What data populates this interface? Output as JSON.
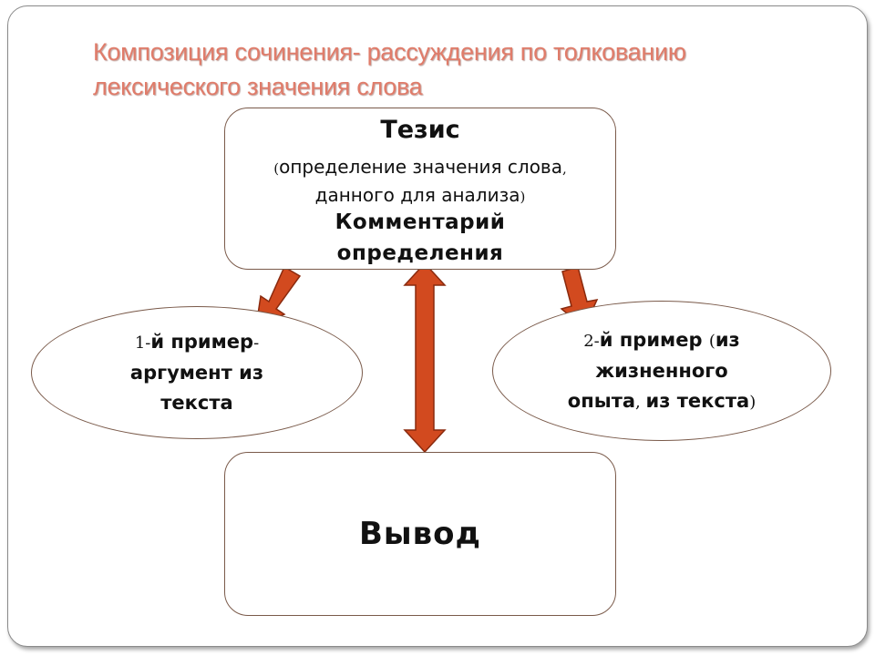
{
  "title": {
    "line1": "Композиция сочинения- рассуждения по толкованию",
    "line2": "лексического значения слова"
  },
  "thesis_box": {
    "heading": "Тезис",
    "definition_open": "(",
    "definition_line1": "определение значения слова",
    "definition_comma": ",",
    "definition_line2": "данного для анализа",
    "definition_close": ")",
    "comment_line1": "Комментарий",
    "comment_line2": "определения"
  },
  "example1": {
    "number": "1-",
    "line1_text": "й пример",
    "line1_dash": "-",
    "line2": "аргумент из",
    "line3": "текста"
  },
  "example2": {
    "number": "2-",
    "line1_text": "й пример ",
    "line1_paren": "(",
    "line1_end": "из",
    "line2": "жизненного",
    "line3_a": "опыта",
    "line3_comma": ", ",
    "line3_b": "из текста",
    "line3_paren": ")"
  },
  "conclusion_box": {
    "label": "Вывод"
  },
  "colors": {
    "title": "#e07c6a",
    "arrow_fill": "#d24a1f",
    "arrow_stroke": "#8a2a0e",
    "border": "#7a5a4a"
  },
  "icons": {
    "arrow_left": "down-left-arrow-icon",
    "arrow_right": "down-right-arrow-icon",
    "arrow_center": "double-vertical-arrow-icon"
  }
}
